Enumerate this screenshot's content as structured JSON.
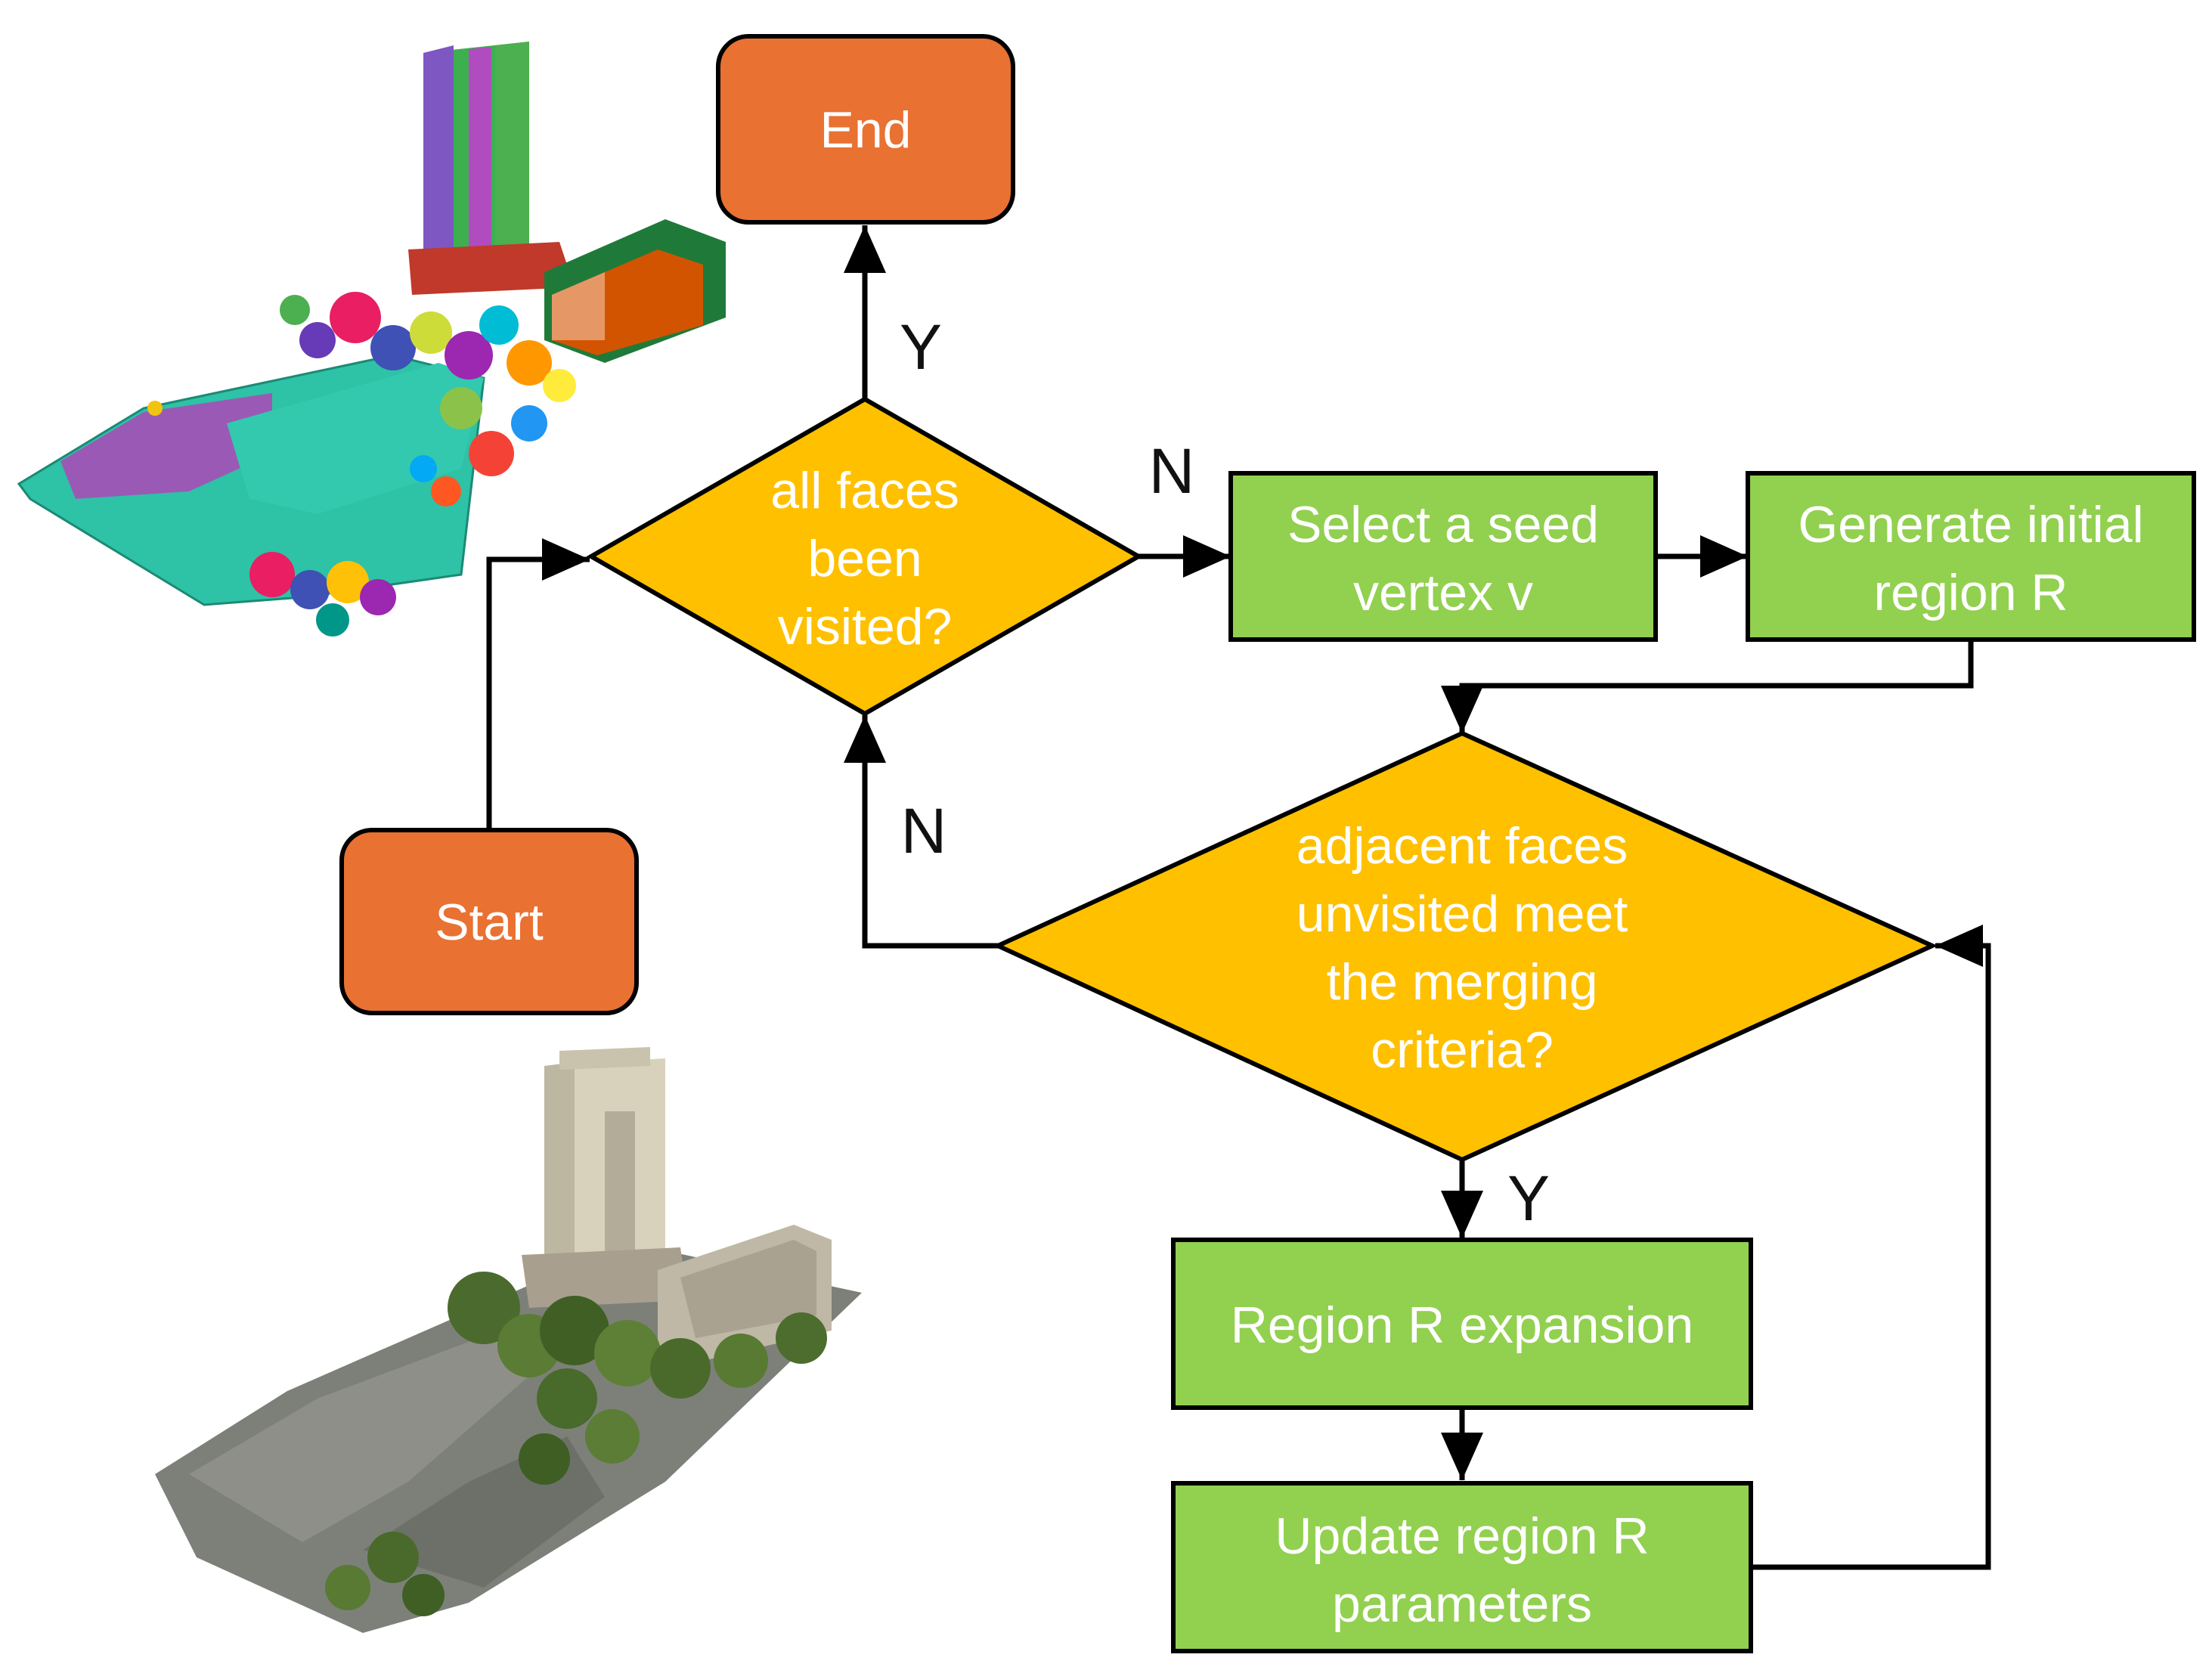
{
  "colors": {
    "terminal_fill": "#E97132",
    "decision_fill": "#FFC000",
    "process_fill": "#92D050",
    "stroke": "#000000",
    "text_on_shape": "#FFFFFF",
    "label_text": "#111111"
  },
  "images": {
    "segmented_mesh": "segmented-mesh-illustration",
    "textured_model": "textured-3d-model-illustration"
  },
  "nodes": {
    "end": "End",
    "start": "Start",
    "decision1": [
      "all faces",
      "been",
      "visited?"
    ],
    "seed": [
      "Select a seed",
      "vertex v"
    ],
    "initial": [
      "Generate initial",
      "region R"
    ],
    "decision2": [
      "adjacent faces",
      "unvisited meet",
      "the merging",
      "criteria?"
    ],
    "expansion": "Region R expansion",
    "update": [
      "Update region R",
      "parameters"
    ]
  },
  "labels": {
    "y_to_end": "Y",
    "n_to_seed": "N",
    "n_back": "N",
    "y_to_expand": "Y"
  }
}
